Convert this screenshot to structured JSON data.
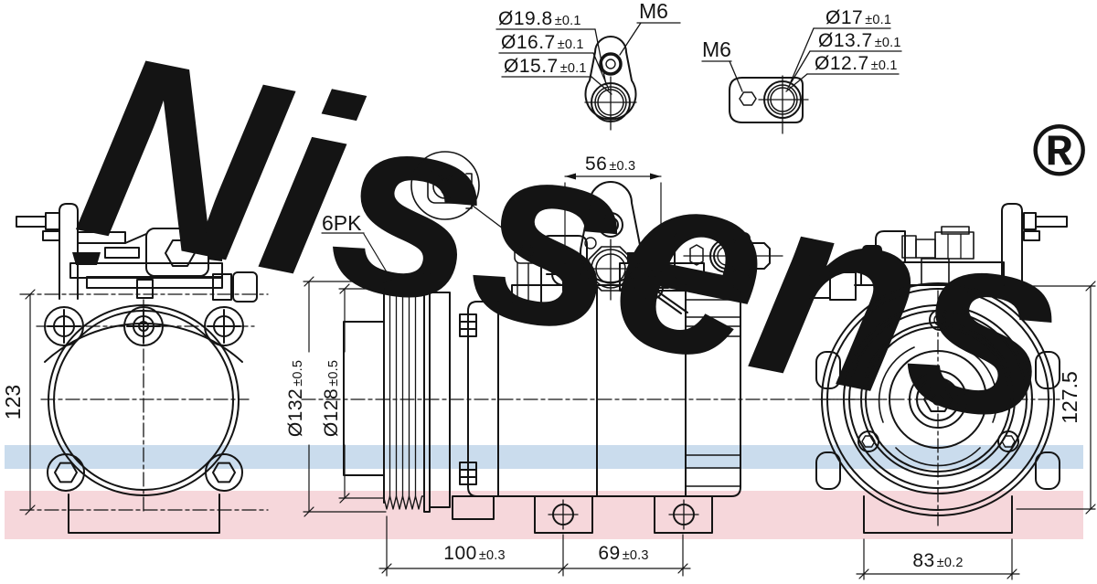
{
  "watermark": {
    "brand": "Nissens",
    "registered": "®",
    "color": "#ccd7e4"
  },
  "bands": {
    "blue": "#cadced",
    "pink": "#f6d7db"
  },
  "details": {
    "fitting_left": {
      "dims": [
        {
          "main": "Ø19.8",
          "tol": "±0.1"
        },
        {
          "main": "Ø16.7",
          "tol": "±0.1"
        },
        {
          "main": "Ø15.7",
          "tol": "±0.1"
        }
      ],
      "thread": "M6"
    },
    "fitting_right": {
      "thread": "M6",
      "dims": [
        {
          "main": "Ø17",
          "tol": "±0.1"
        },
        {
          "main": "Ø13.7",
          "tol": "±0.1"
        },
        {
          "main": "Ø12.7",
          "tol": "±0.1"
        }
      ]
    }
  },
  "side_view": {
    "belt_type": "6PK",
    "port_spacing": {
      "main": "56",
      "tol": "±0.3"
    },
    "pulley_outer": {
      "main": "Ø132",
      "tol": "±0.5"
    },
    "pulley_inner": {
      "main": "Ø128",
      "tol": "±0.5"
    },
    "mount_front": {
      "main": "100",
      "tol": "±0.3"
    },
    "mount_rear": {
      "main": "69",
      "tol": "±0.3"
    }
  },
  "rear_view": {
    "height": "123"
  },
  "front_view": {
    "height": "127.5",
    "base_width": {
      "main": "83",
      "tol": "±0.2"
    }
  }
}
